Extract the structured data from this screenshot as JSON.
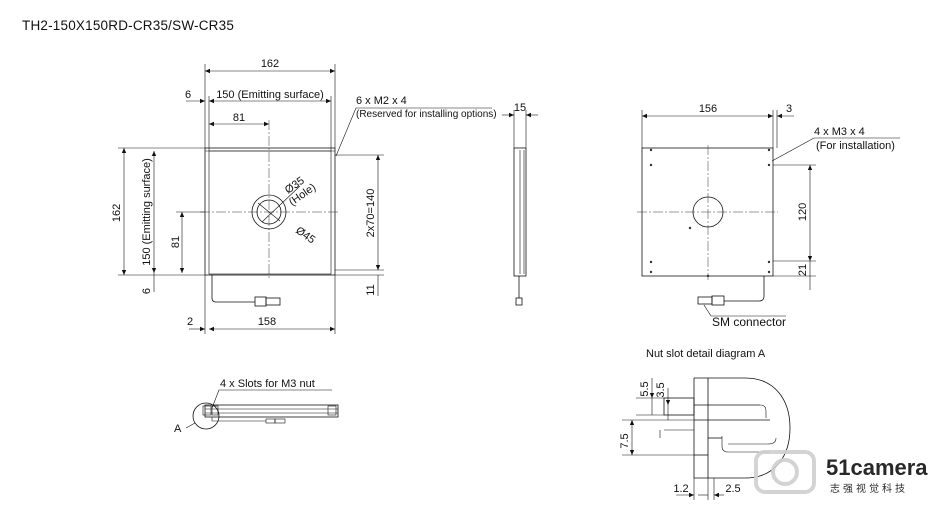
{
  "title": "TH2-150X150RD-CR35/SW-CR35",
  "front_view": {
    "dim_overall_width": "162",
    "dim_emitting_width": "150 (Emitting surface)",
    "dim_edge_top": "6",
    "dim_center_x": "81",
    "dim_overall_height": "162",
    "dim_emitting_height": "150 (Emitting surface)",
    "dim_center_y": "81",
    "dim_edge_left": "6",
    "dim_hole_spacing": "2x70=140",
    "dim_bottom_offset": "11",
    "dim_left_offset": "2",
    "dim_bottom_width": "158",
    "hole_label": "Ø35",
    "hole_sub": "(Hole)",
    "outer_diameter": "Ø45",
    "screw_label": "6 x M2 x 4",
    "screw_note": "(Reserved for installing options)"
  },
  "side_view": {
    "dim_thickness": "15"
  },
  "back_view": {
    "dim_width": "156",
    "dim_edge": "3",
    "screw_label": "4 x M3 x 4",
    "screw_note": "(For installation)",
    "dim_vertical": "120",
    "dim_bottom": "21",
    "connector_label": "SM connector"
  },
  "bottom_view": {
    "slot_label": "4 x Slots for M3 nut",
    "detail_marker": "A"
  },
  "detail": {
    "title": "Nut slot detail diagram A",
    "dim_55": "5.5",
    "dim_35": "3.5",
    "dim_75": "7.5",
    "dim_12": "1.2",
    "dim_25": "2.5"
  },
  "watermark": {
    "brand": "51camera",
    "sub": "志强视觉科技"
  }
}
